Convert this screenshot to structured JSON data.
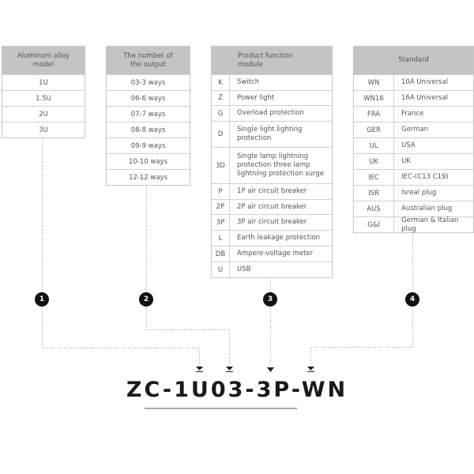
{
  "tables": [
    {
      "header": "Aluminum alloy model",
      "rows": [
        "1U",
        "1.5U",
        "2U",
        "3U"
      ]
    },
    {
      "header": "The number of the output",
      "rows": [
        "03-3 ways",
        "06-6 ways",
        "07-7 ways",
        "08-8 ways",
        "09-9 ways",
        "10-10 ways",
        "12-12 ways"
      ]
    },
    {
      "header": "Product function module",
      "rows": [
        {
          "code": "K",
          "desc": "Switch"
        },
        {
          "code": "Z",
          "desc": "Power light"
        },
        {
          "code": "G",
          "desc": "Overload protection"
        },
        {
          "code": "D",
          "desc": "Single light lighting protection"
        },
        {
          "code": "3D",
          "desc": "Single lamp lightning protection three lamp lightning protection surge"
        },
        {
          "code": "P",
          "desc": "1P air circuit breaker"
        },
        {
          "code": "2P",
          "desc": "2P air circuit breaker"
        },
        {
          "code": "3P",
          "desc": "3P air circuit breaker"
        },
        {
          "code": "L",
          "desc": "Earth leakage protection"
        },
        {
          "code": "DB",
          "desc": "Ampere-voltage meter"
        },
        {
          "code": "U",
          "desc": "USB"
        }
      ]
    },
    {
      "header": "Standard",
      "rows": [
        {
          "code": "WN",
          "desc": "10A Universal"
        },
        {
          "code": "WN16",
          "desc": "16A Universal"
        },
        {
          "code": "FRA",
          "desc": "France"
        },
        {
          "code": "GER",
          "desc": "German"
        },
        {
          "code": "UL",
          "desc": "USA"
        },
        {
          "code": "UK",
          "desc": "UK"
        },
        {
          "code": "IEC",
          "desc": "IEC-(C13 C19)"
        },
        {
          "code": "ISR",
          "desc": "Isreal plug"
        },
        {
          "code": "AUS",
          "desc": "Australian plug"
        },
        {
          "code": "G&I",
          "desc": "German & Italian plug"
        }
      ]
    }
  ],
  "badges": [
    "1",
    "2",
    "3",
    "4"
  ],
  "model_code": "ZC-1U03-3P-WN"
}
